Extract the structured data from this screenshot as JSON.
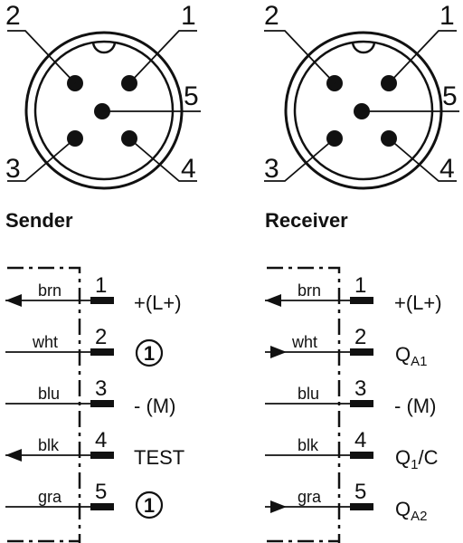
{
  "connectors": [
    {
      "pins": [
        {
          "label": "1"
        },
        {
          "label": "2"
        },
        {
          "label": "3"
        },
        {
          "label": "4"
        },
        {
          "label": "5"
        }
      ]
    },
    {
      "pins": [
        {
          "label": "1"
        },
        {
          "label": "2"
        },
        {
          "label": "3"
        },
        {
          "label": "4"
        },
        {
          "label": "5"
        }
      ]
    }
  ],
  "sender": {
    "title": "Sender",
    "rows": [
      {
        "wire": "brn",
        "pin": "1",
        "func": "+(L+)",
        "arrow": "left"
      },
      {
        "wire": "wht",
        "pin": "2",
        "func": "1",
        "func_style": "circled",
        "arrow": "none"
      },
      {
        "wire": "blu",
        "pin": "3",
        "func": "- (M)",
        "arrow": "none"
      },
      {
        "wire": "blk",
        "pin": "4",
        "func": "TEST",
        "arrow": "left"
      },
      {
        "wire": "gra",
        "pin": "5",
        "func": "1",
        "func_style": "circled",
        "arrow": "none"
      }
    ]
  },
  "receiver": {
    "title": "Receiver",
    "rows": [
      {
        "wire": "brn",
        "pin": "1",
        "func": "+(L+)",
        "arrow": "left"
      },
      {
        "wire": "wht",
        "pin": "2",
        "func_main": "Q",
        "func_sub": "A1",
        "arrow": "right"
      },
      {
        "wire": "blu",
        "pin": "3",
        "func": "- (M)",
        "arrow": "none"
      },
      {
        "wire": "blk",
        "pin": "4",
        "func_main": "Q",
        "func_sub": "1",
        "func_tail": "/C",
        "arrow": "none"
      },
      {
        "wire": "gra",
        "pin": "5",
        "func_main": "Q",
        "func_sub": "A2",
        "arrow": "right"
      }
    ]
  },
  "colors": {
    "ink": "#111111",
    "background": "#ffffff"
  }
}
